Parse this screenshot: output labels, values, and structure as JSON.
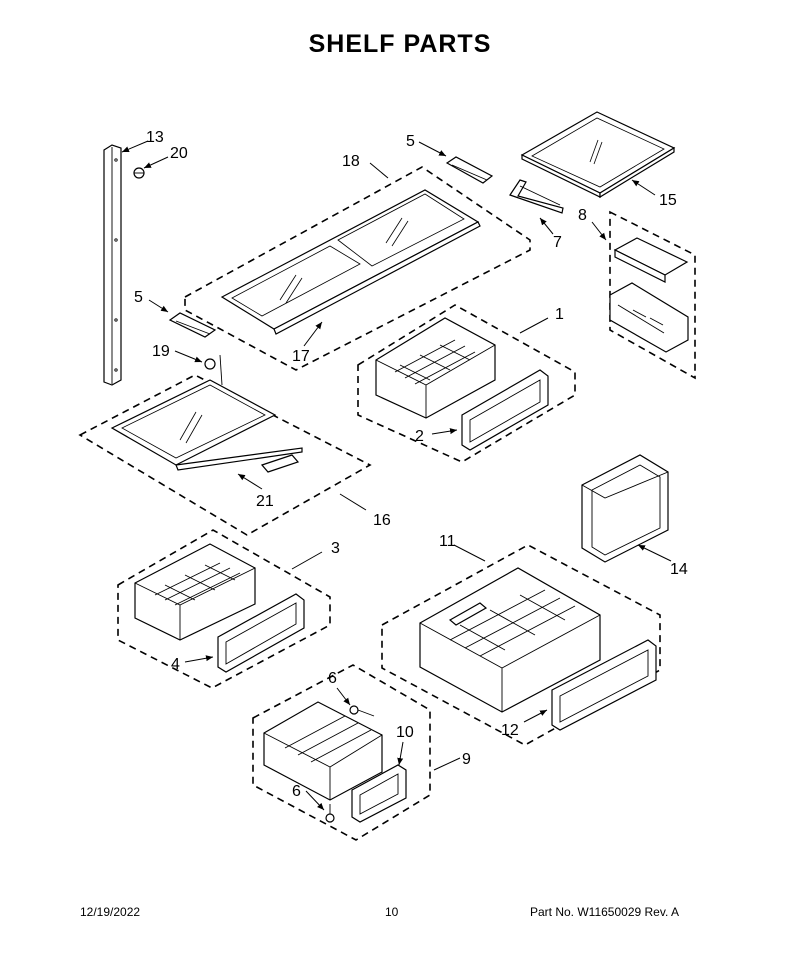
{
  "title": "SHELF PARTS",
  "callouts": {
    "c1": "1",
    "c2": "2",
    "c3": "3",
    "c4": "4",
    "c5a": "5",
    "c5b": "5",
    "c6a": "6",
    "c6b": "6",
    "c7": "7",
    "c8": "8",
    "c9": "9",
    "c10": "10",
    "c11": "11",
    "c12": "12",
    "c13": "13",
    "c14": "14",
    "c15": "15",
    "c16": "16",
    "c17": "17",
    "c18": "18",
    "c19": "19",
    "c20": "20",
    "c21": "21"
  },
  "footer": {
    "date": "12/19/2022",
    "page": "10",
    "part_no": "Part No.  W11650029  Rev.  A"
  }
}
